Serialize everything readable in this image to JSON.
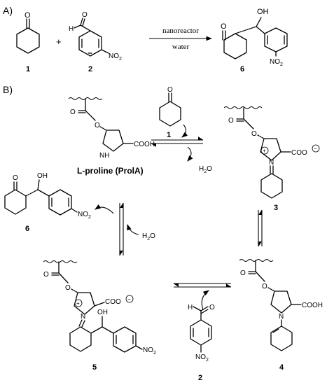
{
  "panel_a": {
    "label": "A)",
    "reactant_1": "1",
    "plus": "+",
    "reactant_2": "2",
    "arrow_top": "nanoreactor",
    "arrow_bottom": "water",
    "product": "6",
    "atoms": {
      "o": "O",
      "h": "H",
      "no2": "NO",
      "no2_sub": "2",
      "oh": "OH"
    }
  },
  "panel_b": {
    "label": "B)",
    "catalyst_label": "L-proline (ProlA)",
    "cmpd_1": "1",
    "cmpd_2": "2",
    "cmpd_3": "3",
    "cmpd_4": "4",
    "cmpd_5": "5",
    "cmpd_6": "6",
    "water": "H",
    "water_sub": "2",
    "water_o": "O",
    "atoms": {
      "o": "O",
      "n": "N",
      "nh": "NH",
      "cooh": "COOH",
      "coo": "COO",
      "oh": "OH",
      "h": "H",
      "no2": "NO",
      "no2_sub": "2",
      "plus": "+",
      "minus": "−"
    }
  }
}
